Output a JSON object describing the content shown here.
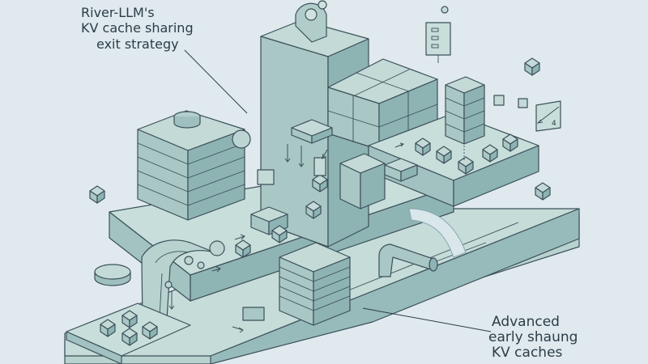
{
  "annotations": {
    "top_left": [
      "River-LLM's",
      "KV cache sharing",
      "exit strategy"
    ],
    "bottom_right": [
      "Advanced",
      "early shaung",
      "KV caches"
    ],
    "small_mark": "4"
  },
  "colors": {
    "background": "#dfe9ee",
    "top": "#c4dad7",
    "left_face": "#a9c7c5",
    "right_face": "#8eb3b3",
    "stroke": "#3c5059",
    "accent": "#a8d0cc"
  }
}
